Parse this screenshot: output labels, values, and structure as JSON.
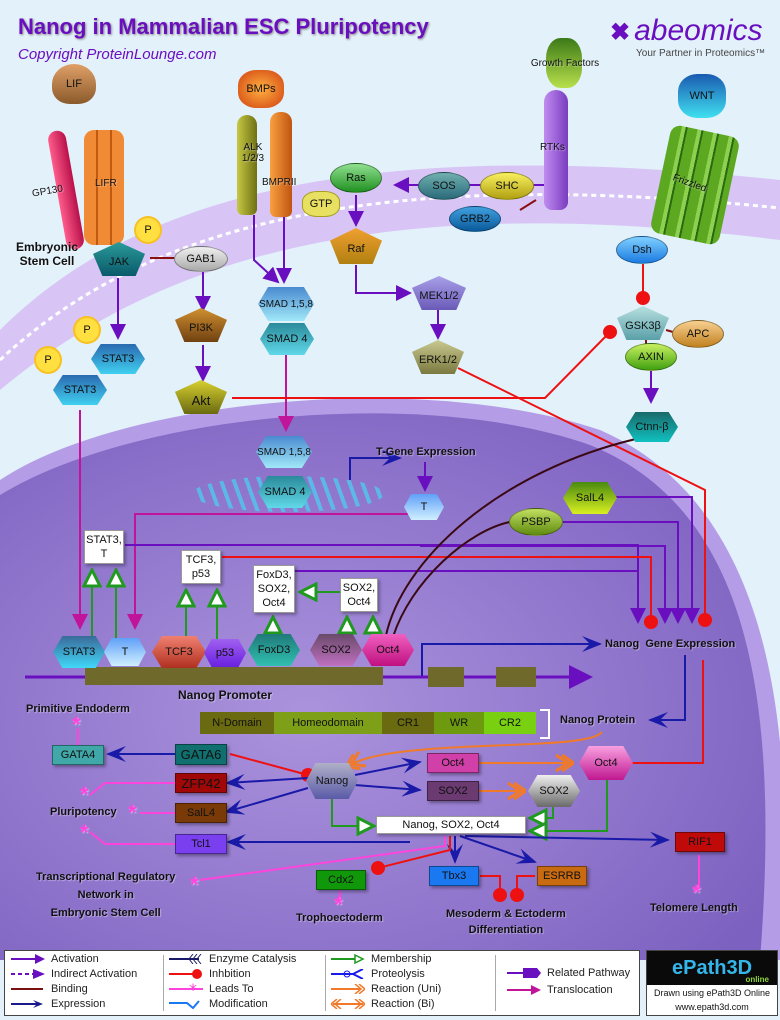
{
  "header": {
    "title": "Nanog in Mammalian ESC Pluripotency",
    "copyright": "Copyright ProteinLounge.com",
    "brand": "abeomics",
    "brand_mark": "✖",
    "tagline": "Your Partner in Proteomics™"
  },
  "colors": {
    "background": "#e3f1fa",
    "nucleus": "#8f74cc",
    "title": "#6a0fc0",
    "activation": "#6a0fc0",
    "inhibition": "#ee1111",
    "membership": "#1f9a1f",
    "expression": "#1a1aa8",
    "leads_to": "#ff44dd",
    "reaction": "#f07a2a",
    "binding": "#7a1010",
    "translocation": "#c0149a"
  },
  "membrane": {
    "ligands": [
      "LIF",
      "BMPs",
      "Growth Factors",
      "WNT"
    ],
    "receptors": [
      "GP130",
      "LIFR",
      "ALK 1/2/3",
      "BMPRII",
      "RTKs",
      "Frizzled"
    ]
  },
  "cytoplasm": {
    "cell_label": "Embryonic Stem Cell",
    "nodes": {
      "jak": "JAK",
      "p": "P",
      "gab1": "GAB1",
      "pi3k": "PI3K",
      "akt": "Akt",
      "stat3": "STAT3",
      "smad158": "SMAD 1,5,8",
      "smad4": "SMAD 4",
      "ras": "Ras",
      "gtp": "GTP",
      "raf": "Raf",
      "sos": "SOS",
      "shc": "SHC",
      "grb2": "GRB2",
      "mek": "MEK1/2",
      "erk": "ERK1/2",
      "dsh": "Dsh",
      "gsk3b": "GSK3β",
      "apc": "APC",
      "axin": "AXIN",
      "ctnnb": "Ctnn-β"
    }
  },
  "nucleus": {
    "t_gene_expression": "T-Gene Expression",
    "t": "T",
    "sall4": "SalL4",
    "psbp": "PSBP",
    "complex_boxes": {
      "stat3_t": "STAT3,\nT",
      "tcf3_p53": "TCF3,\np53",
      "foxd3_sox2_oct4": "FoxD3,\nSOX2,\nOct4",
      "sox2_oct4": "SOX2,\nOct4"
    },
    "promoter_factors": [
      "STAT3",
      "T",
      "TCF3",
      "p53",
      "FoxD3",
      "SOX2",
      "Oct4"
    ],
    "promoter_label": "Nanog Promoter",
    "gene_expression_label": "Nanog  Gene Expression",
    "protein_domains": [
      "N-Domain",
      "Homeodomain",
      "CR1",
      "WR",
      "CR2"
    ],
    "protein_label": "Nanog Protein",
    "nanog": "Nanog",
    "targets": {
      "gata4": "GATA4",
      "gata6": "GATA6",
      "zfp42": "ZFP42",
      "sall4": "SalL4",
      "tcl1": "Tcl1",
      "oct4_box": "Oct4",
      "sox2_box": "SOX2",
      "sox2_hex": "SOX2",
      "oct4_hex": "Oct4",
      "complex": "Nanog, SOX2, Oct4",
      "rif1": "RIF1",
      "cdx2": "Cdx2",
      "tbx3": "Tbx3",
      "esrrb": "ESRRB"
    },
    "outcomes": {
      "primitive_endoderm": "Primitive Endoderm",
      "pluripotency": "Pluripotency",
      "trn": "Transcriptional Regulatory\nNetwork in\nEmbryonic Stem Cell",
      "trophoectoderm": "Trophoectoderm",
      "mesoderm": "Mesoderm & Ectoderm\nDifferentiation",
      "telomere": "Telomere Length"
    }
  },
  "legend": {
    "items": [
      {
        "label": "Activation",
        "icon": "activation-arrow"
      },
      {
        "label": "Indirect Activation",
        "icon": "indirect-activation-arrow"
      },
      {
        "label": "Binding",
        "icon": "binding-line"
      },
      {
        "label": "Expression",
        "icon": "expression-arrow"
      },
      {
        "label": "Enzyme Catalysis",
        "icon": "enzyme-catalysis-arrow"
      },
      {
        "label": "Inhbition",
        "icon": "inhibition-dot"
      },
      {
        "label": "Leads To",
        "icon": "leads-to-asterisk"
      },
      {
        "label": "Modification",
        "icon": "modification-line"
      },
      {
        "label": "Membership",
        "icon": "membership-arrow"
      },
      {
        "label": "Proteolysis",
        "icon": "proteolysis-scissors"
      },
      {
        "label": "Reaction (Uni)",
        "icon": "reaction-uni-arrow"
      },
      {
        "label": "Reaction (Bi)",
        "icon": "reaction-bi-arrow"
      },
      {
        "label": "Related Pathway",
        "icon": "related-pathway-hand"
      },
      {
        "label": "Translocation",
        "icon": "translocation-arrow"
      }
    ]
  },
  "epath": {
    "logo": "ePath3D",
    "sub": "online",
    "line1": "Drawn using ePath3D Online",
    "line2": "www.epath3d.com"
  }
}
